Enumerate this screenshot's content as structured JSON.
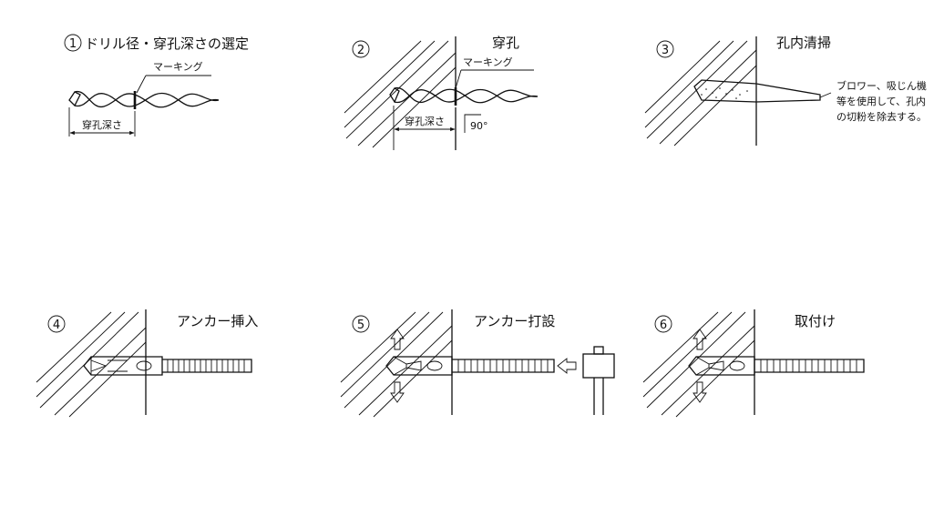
{
  "steps": [
    {
      "num": "1",
      "title": "ドリル径・穿孔深さの選定",
      "marking": "マーキング",
      "depth": "穿孔深さ"
    },
    {
      "num": "2",
      "title": "穿孔",
      "marking": "マーキング",
      "depth": "穿孔深さ",
      "angle": "90°"
    },
    {
      "num": "3",
      "title": "孔内清掃",
      "note_lines": [
        "ブロワー、吸じん機",
        "等を使用して、孔内",
        "の切粉を除去する。"
      ]
    },
    {
      "num": "4",
      "title": "アンカー挿入"
    },
    {
      "num": "5",
      "title": "アンカー打設"
    },
    {
      "num": "6",
      "title": "取付け"
    }
  ]
}
